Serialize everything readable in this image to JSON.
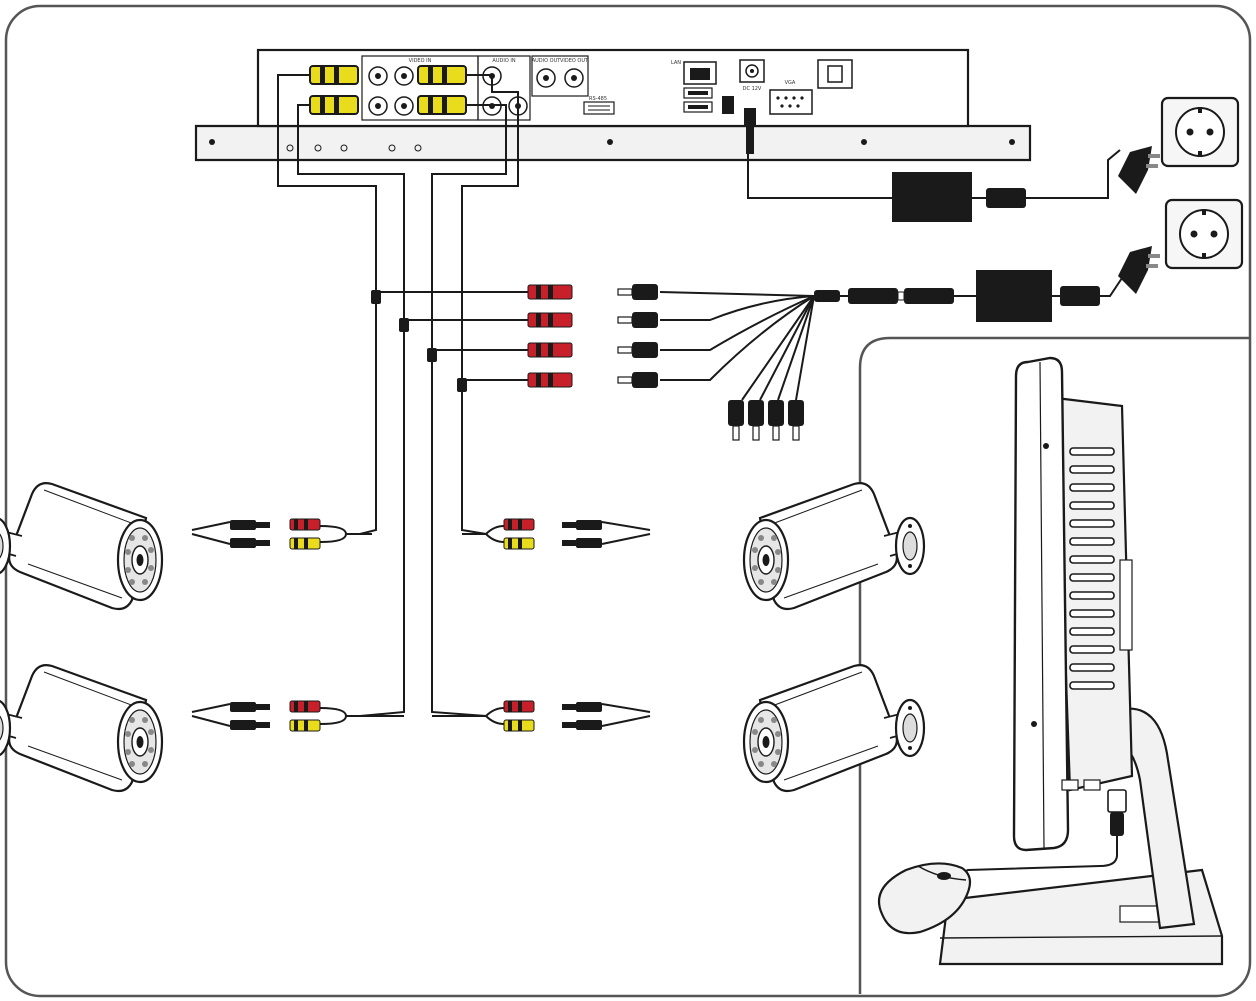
{
  "dvr": {
    "labels": [
      "VIDEO IN",
      "AUDIO IN",
      "AUDIO OUT",
      "VIDEO OUT",
      "RS-485",
      "LAN",
      "DC 12V",
      "VGA"
    ]
  },
  "colors": {
    "line": "#1a1a1a",
    "frame": "#555555",
    "red_plug": "#c8202a",
    "yellow_plug": "#e8dc1c",
    "device_fill": "#f2f2f2",
    "adapter_fill": "#1a1a1a",
    "background": "#ffffff"
  },
  "icons": [
    "power-outlet-icon",
    "power-plug-icon",
    "power-adapter-icon",
    "bullet-camera-icon",
    "monitor-icon",
    "usb-mouse-icon",
    "power-splitter-icon",
    "dvr-recorder-icon"
  ]
}
